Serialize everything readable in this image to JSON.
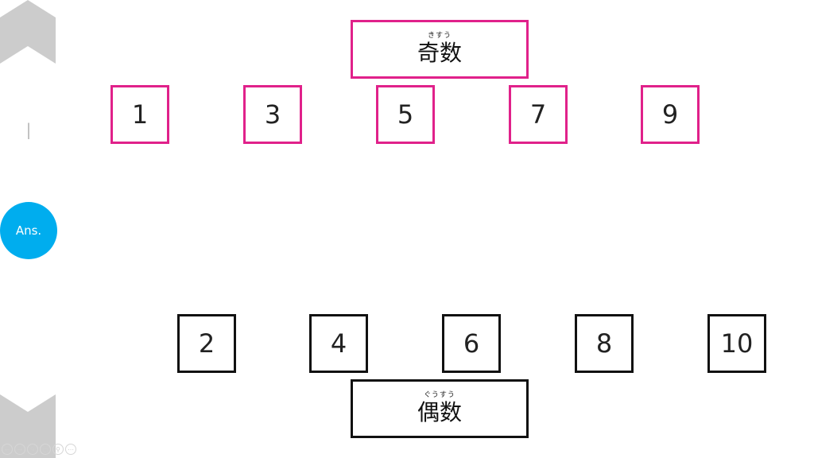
{
  "navigation": {
    "up_icon": "chevron-up-icon",
    "down_icon": "chevron-down-icon",
    "slide_counter": "|"
  },
  "answer_button": {
    "label": "Ans.",
    "color": "#00adee"
  },
  "odd": {
    "title": {
      "ruby": "きすう",
      "kanji": "奇数"
    },
    "numbers": [
      "1",
      "3",
      "5",
      "7",
      "9"
    ],
    "border_color": "#e0218a"
  },
  "even": {
    "title": {
      "ruby": "ぐうすう",
      "kanji": "偶数"
    },
    "numbers": [
      "2",
      "4",
      "6",
      "8",
      "10"
    ],
    "border_color": "#111111"
  },
  "toolbar": {
    "icons": [
      "prev-icon",
      "next-icon",
      "pen-icon",
      "slides-icon",
      "zoom-icon",
      "more-icon"
    ]
  }
}
